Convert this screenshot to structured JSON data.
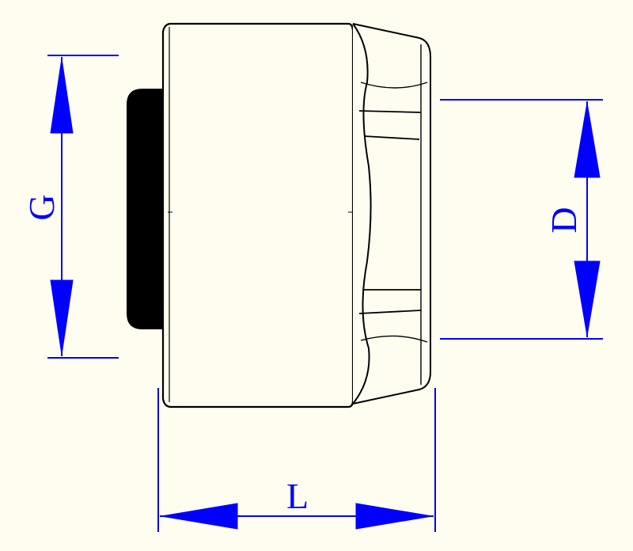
{
  "diagram": {
    "labels": {
      "g": "G",
      "d": "D",
      "l": "L"
    },
    "colors": {
      "background": "#fffdf0",
      "dimension": "#0000ff",
      "outline": "#000000",
      "seal": "#000000"
    }
  }
}
